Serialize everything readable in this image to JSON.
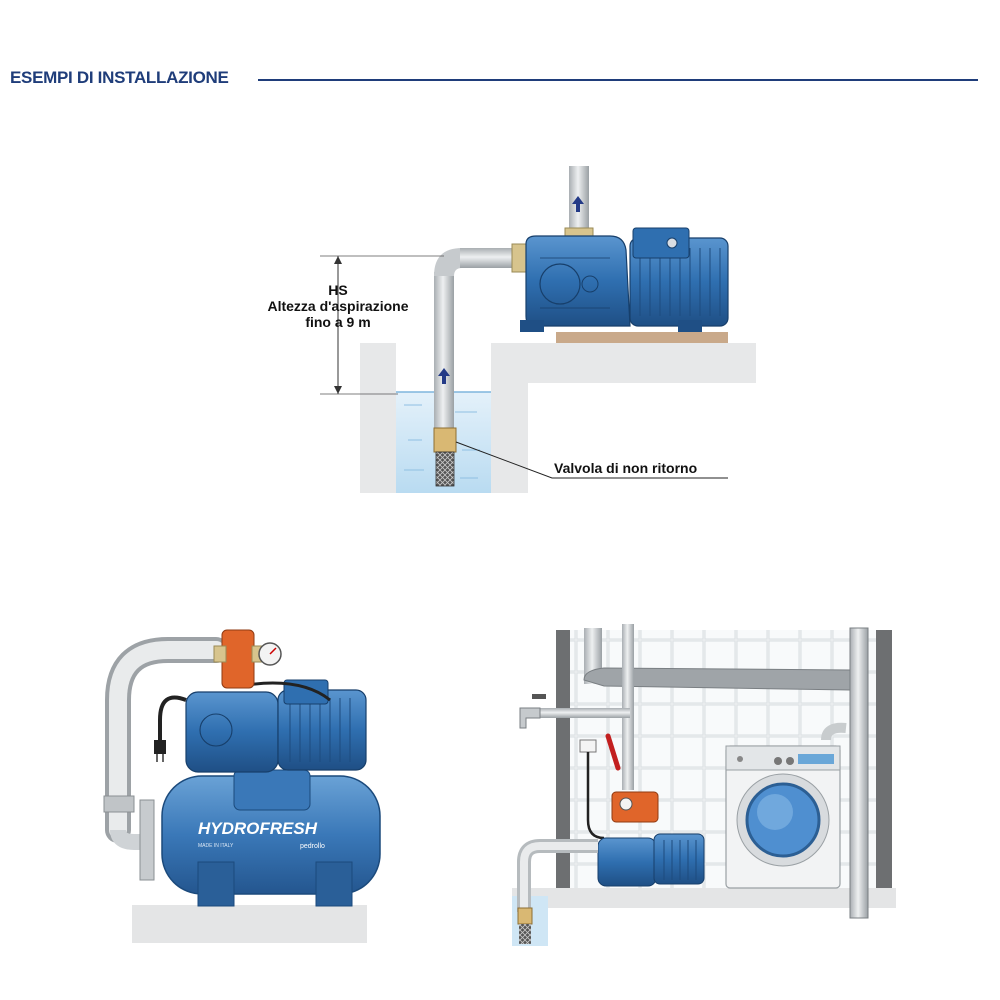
{
  "header": {
    "title": "ESEMPI DI INSTALLAZIONE"
  },
  "diagram1": {
    "hs_label": "HS",
    "hs_desc_line1": "Altezza d'aspirazione",
    "hs_desc_line2": "fino a 9 m",
    "valve_label": "Valvola di non ritorno"
  },
  "diagram2": {
    "tank_brand": "HYDROFRESH",
    "tank_subtext": "MADE IN ITALY",
    "tank_maker": "pedrollo"
  },
  "colors": {
    "title_blue": "#1f3d7a",
    "pump_blue": "#2f6fb0",
    "water": "#cfe6f5",
    "wall_gray": "#e6e6e6",
    "pipe_gray": "#cfd3d6",
    "controller_orange": "#e0652a"
  }
}
